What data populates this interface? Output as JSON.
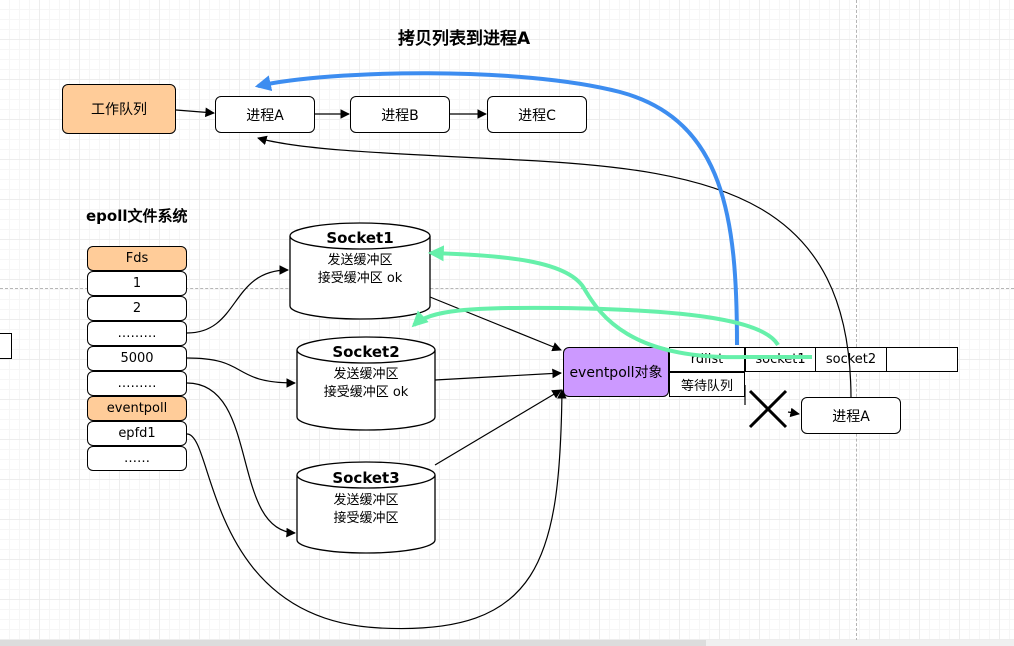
{
  "title": "拷贝列表到进程A",
  "epoll_label": "epoll文件系统",
  "work_queue": "工作队列",
  "processes": [
    "进程A",
    "进程B",
    "进程C"
  ],
  "fds_header": "Fds",
  "fds_rows": [
    "1",
    "2",
    "………",
    "5000",
    "………",
    "eventpoll",
    "epfd1",
    "……"
  ],
  "sockets": [
    {
      "name": "Socket1",
      "lines": [
        "发送缓冲区",
        "接受缓冲区 ok"
      ]
    },
    {
      "name": "Socket2",
      "lines": [
        "发送缓冲区",
        "接受缓冲区 ok"
      ]
    },
    {
      "name": "Socket3",
      "lines": [
        "发送缓冲区",
        "接受缓冲区"
      ]
    }
  ],
  "eventpoll": "eventpoll对象",
  "rdlist": "rdlist",
  "wait_queue": "等待队列",
  "rdlist_items": [
    "socket1",
    "socket2",
    ""
  ],
  "waiting_process": "进程A",
  "colors": {
    "orange": "#ffcc99",
    "purple": "#cc99ff",
    "blue_arrow": "#3d8df0",
    "green_arrow": "#66f0aa"
  }
}
